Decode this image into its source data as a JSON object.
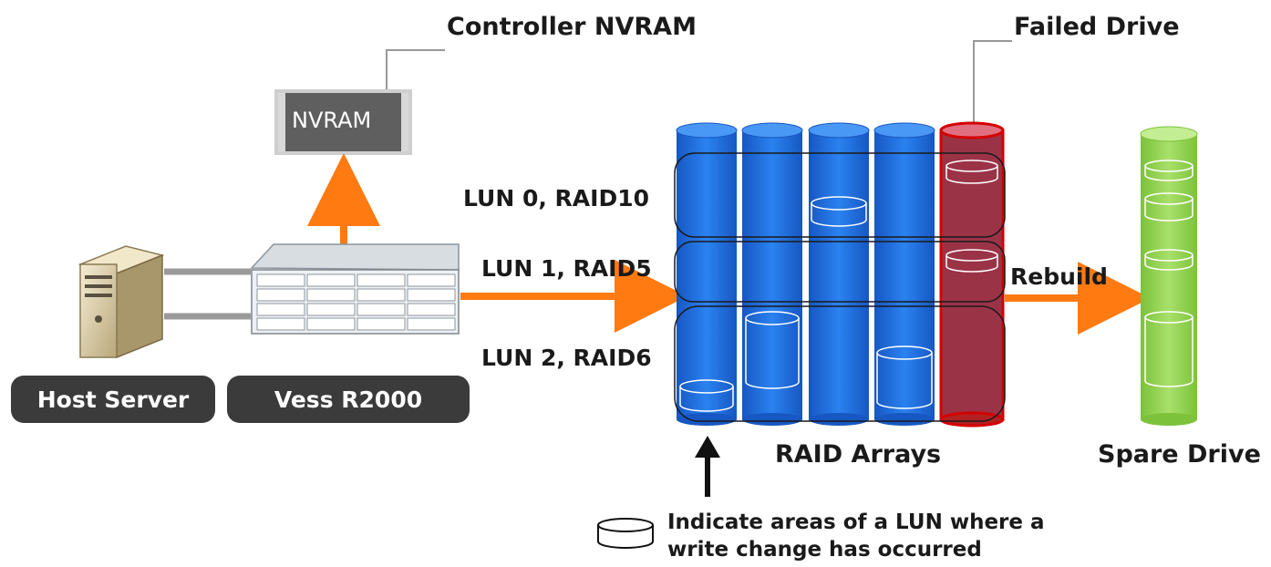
{
  "labels": {
    "controller_nvram": "Controller NVRAM",
    "nvram": "NVRAM",
    "failed_drive": "Failed Drive",
    "lun0": "LUN 0, RAID10",
    "lun1": "LUN 1, RAID5",
    "lun2": "LUN 2, RAID6",
    "rebuild": "Rebuild",
    "host_server": "Host Server",
    "vess": "Vess R2000",
    "raid_arrays": "RAID Arrays",
    "spare_drive": "Spare Drive",
    "legend_line1": "Indicate areas of a LUN where a",
    "legend_line2": "write change has occurred"
  },
  "colors": {
    "arrow": "#ff7a10",
    "drive_blue": "#1f6fe0",
    "drive_failed": "#9b3347",
    "drive_failed_rim": "#d40000",
    "drive_spare": "#9bd657",
    "pill_bg": "#3b3b3b"
  },
  "icons": [
    "server-tower-icon",
    "storage-enclosure-icon",
    "nvram-module-icon",
    "disk-cylinder-icon"
  ]
}
